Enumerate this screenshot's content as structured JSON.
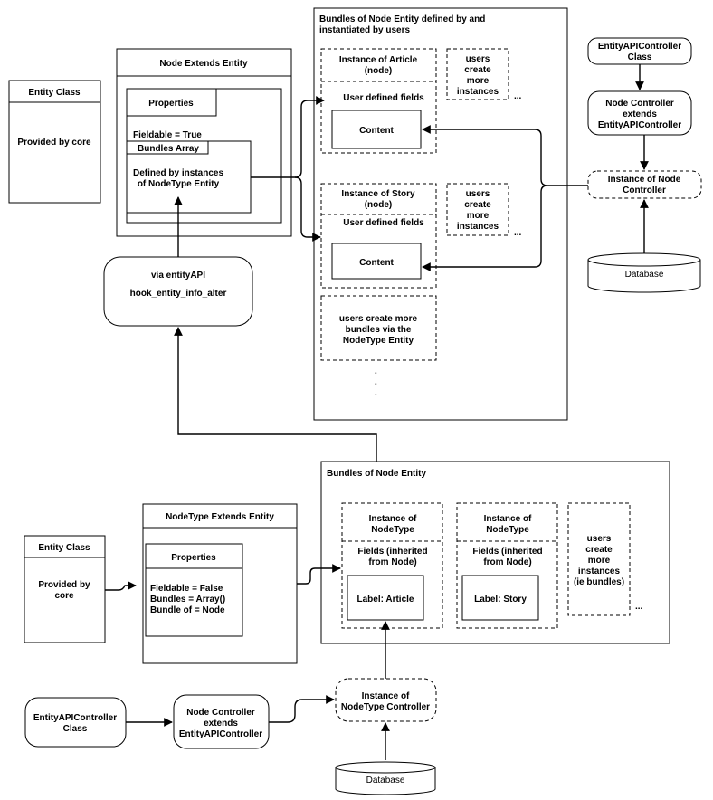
{
  "top": {
    "entity_class": {
      "title": "Entity Class",
      "subtitle": "Provided by core"
    },
    "node_extends": {
      "title": "Node Extends Entity",
      "properties": "Properties",
      "fieldable": "Fieldable = True",
      "bundles_array": "Bundles Array",
      "defined_by_1": "Defined by instances",
      "defined_by_2": "of NodeType Entity"
    },
    "hook": {
      "line1": "via entityAPI",
      "line2": "hook_entity_info_alter"
    },
    "bundles": {
      "title_1": "Bundles of Node Entity defined by and",
      "title_2": "instantiated by users",
      "article_title_1": "Instance of Article",
      "article_title_2": "(node)",
      "user_fields": "User defined fields",
      "content": "Content",
      "story_title_1": "Instance of Story",
      "story_title_2": "(node)",
      "users_more": [
        "users",
        "create",
        "more",
        "instances"
      ],
      "ellipsis": "...",
      "more_bundles": [
        "users create more",
        "bundles via the",
        "NodeType Entity"
      ],
      "vdot": "."
    },
    "controller_class": [
      "EntityAPIController",
      "Class"
    ],
    "node_controller": [
      "Node Controller",
      "extends",
      "EntityAPIController"
    ],
    "instance_controller": [
      "Instance of Node",
      "Controller"
    ],
    "database": "Database"
  },
  "bottom": {
    "entity_class": {
      "title": "Entity Class",
      "subtitle_1": "Provided by",
      "subtitle_2": "core"
    },
    "nodetype_extends": {
      "title": "NodeType Extends Entity",
      "properties": "Properties",
      "fieldable": "Fieldable = False",
      "bundles": "Bundles = Array()",
      "bundle_of": "Bundle of = Node"
    },
    "bundles": {
      "title": "Bundles of Node Entity",
      "instance_title": [
        "Instance of",
        "NodeType"
      ],
      "fields": [
        "Fields (inherited",
        "from Node)"
      ],
      "label_article": "Label: Article",
      "label_story": "Label: Story",
      "users_more": [
        "users",
        "create",
        "more",
        "instances",
        "(ie bundles)"
      ],
      "ellipsis": "..."
    },
    "controller_class": [
      "EntityAPIController",
      "Class"
    ],
    "node_controller": [
      "Node Controller",
      "extends",
      "EntityAPIController"
    ],
    "instance_controller": [
      "Instance of",
      "NodeType Controller"
    ],
    "database": "Database"
  }
}
